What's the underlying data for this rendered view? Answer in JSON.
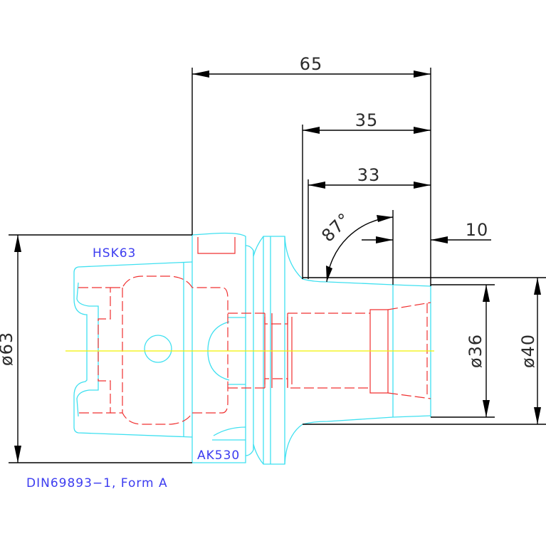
{
  "dimensions": {
    "overall_length": "65",
    "length_35": "35",
    "length_33": "33",
    "length_10": "10",
    "angle": "87°",
    "dia_63": "ø63",
    "dia_36": "ø36",
    "dia_40": "ø40"
  },
  "labels": {
    "interface": "HSK63",
    "collet": "AK530",
    "standard": "DIN69893−1, Form A"
  },
  "colors": {
    "outline": "#3fe0f0",
    "hidden": "#f03030",
    "centerline": "#f2f200",
    "dimension": "#000000",
    "label": "#3c3cf0"
  }
}
